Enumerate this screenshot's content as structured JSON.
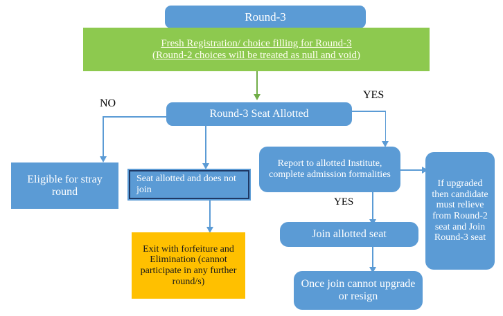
{
  "diagram": {
    "title": "Round-3 Seat Allotment Process Flowchart",
    "colors": {
      "blue": "#5B9BD5",
      "green": "#8DC94F",
      "orange": "#FFC000",
      "green_arrow": "#70AD47",
      "dark_border": "#1F3864",
      "white_text": "#FFFFFF",
      "black_text": "#000000"
    },
    "nodes": {
      "round3": "Round-3",
      "fresh_registration_line1": "Fresh Registration/ choice filling for Round-3",
      "fresh_registration_line2": "(Round-2 choices will be treated as null and void)",
      "seat_allotted": "Round-3 Seat Allotted",
      "eligible_stray": "Eligible for stray round",
      "seat_not_join": "Seat allotted and does not join",
      "exit_forfeiture": "Exit with forfeiture and Elimination (cannot participate in any further round/s)",
      "report_institute": "Report to allotted Institute, complete admission formalities",
      "join_seat": "Join allotted seat",
      "once_join": "Once join cannot upgrade or resign",
      "if_upgraded": "If upgraded then candidate must relieve from Round-2 seat and Join Round-3 seat"
    },
    "edge_labels": {
      "no": "NO",
      "yes_right": "YES",
      "yes_center": "YES"
    }
  }
}
